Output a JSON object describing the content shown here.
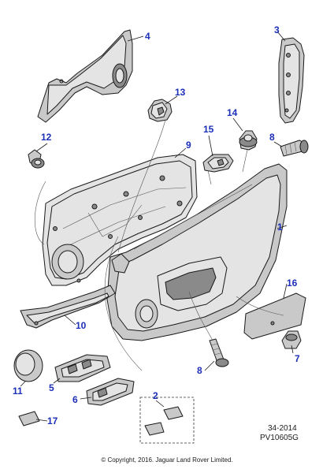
{
  "callouts": {
    "c1": "1",
    "c2": "2",
    "c3": "3",
    "c4": "4",
    "c5": "5",
    "c6": "6",
    "c7": "7",
    "c8a": "8",
    "c8b": "8",
    "c9": "9",
    "c10": "10",
    "c11": "11",
    "c12": "12",
    "c13": "13",
    "c14": "14",
    "c15": "15",
    "c16": "16",
    "c17": "17"
  },
  "footer": {
    "diagram_number": "34-2014",
    "reference_code": "PV10605G",
    "copyright": "© Copyright, 2016. Jaguar Land Rover Limited."
  },
  "colors": {
    "callout": "#1c2fb8",
    "line": "#1a1a1a",
    "fill": "#c9c9c9"
  }
}
